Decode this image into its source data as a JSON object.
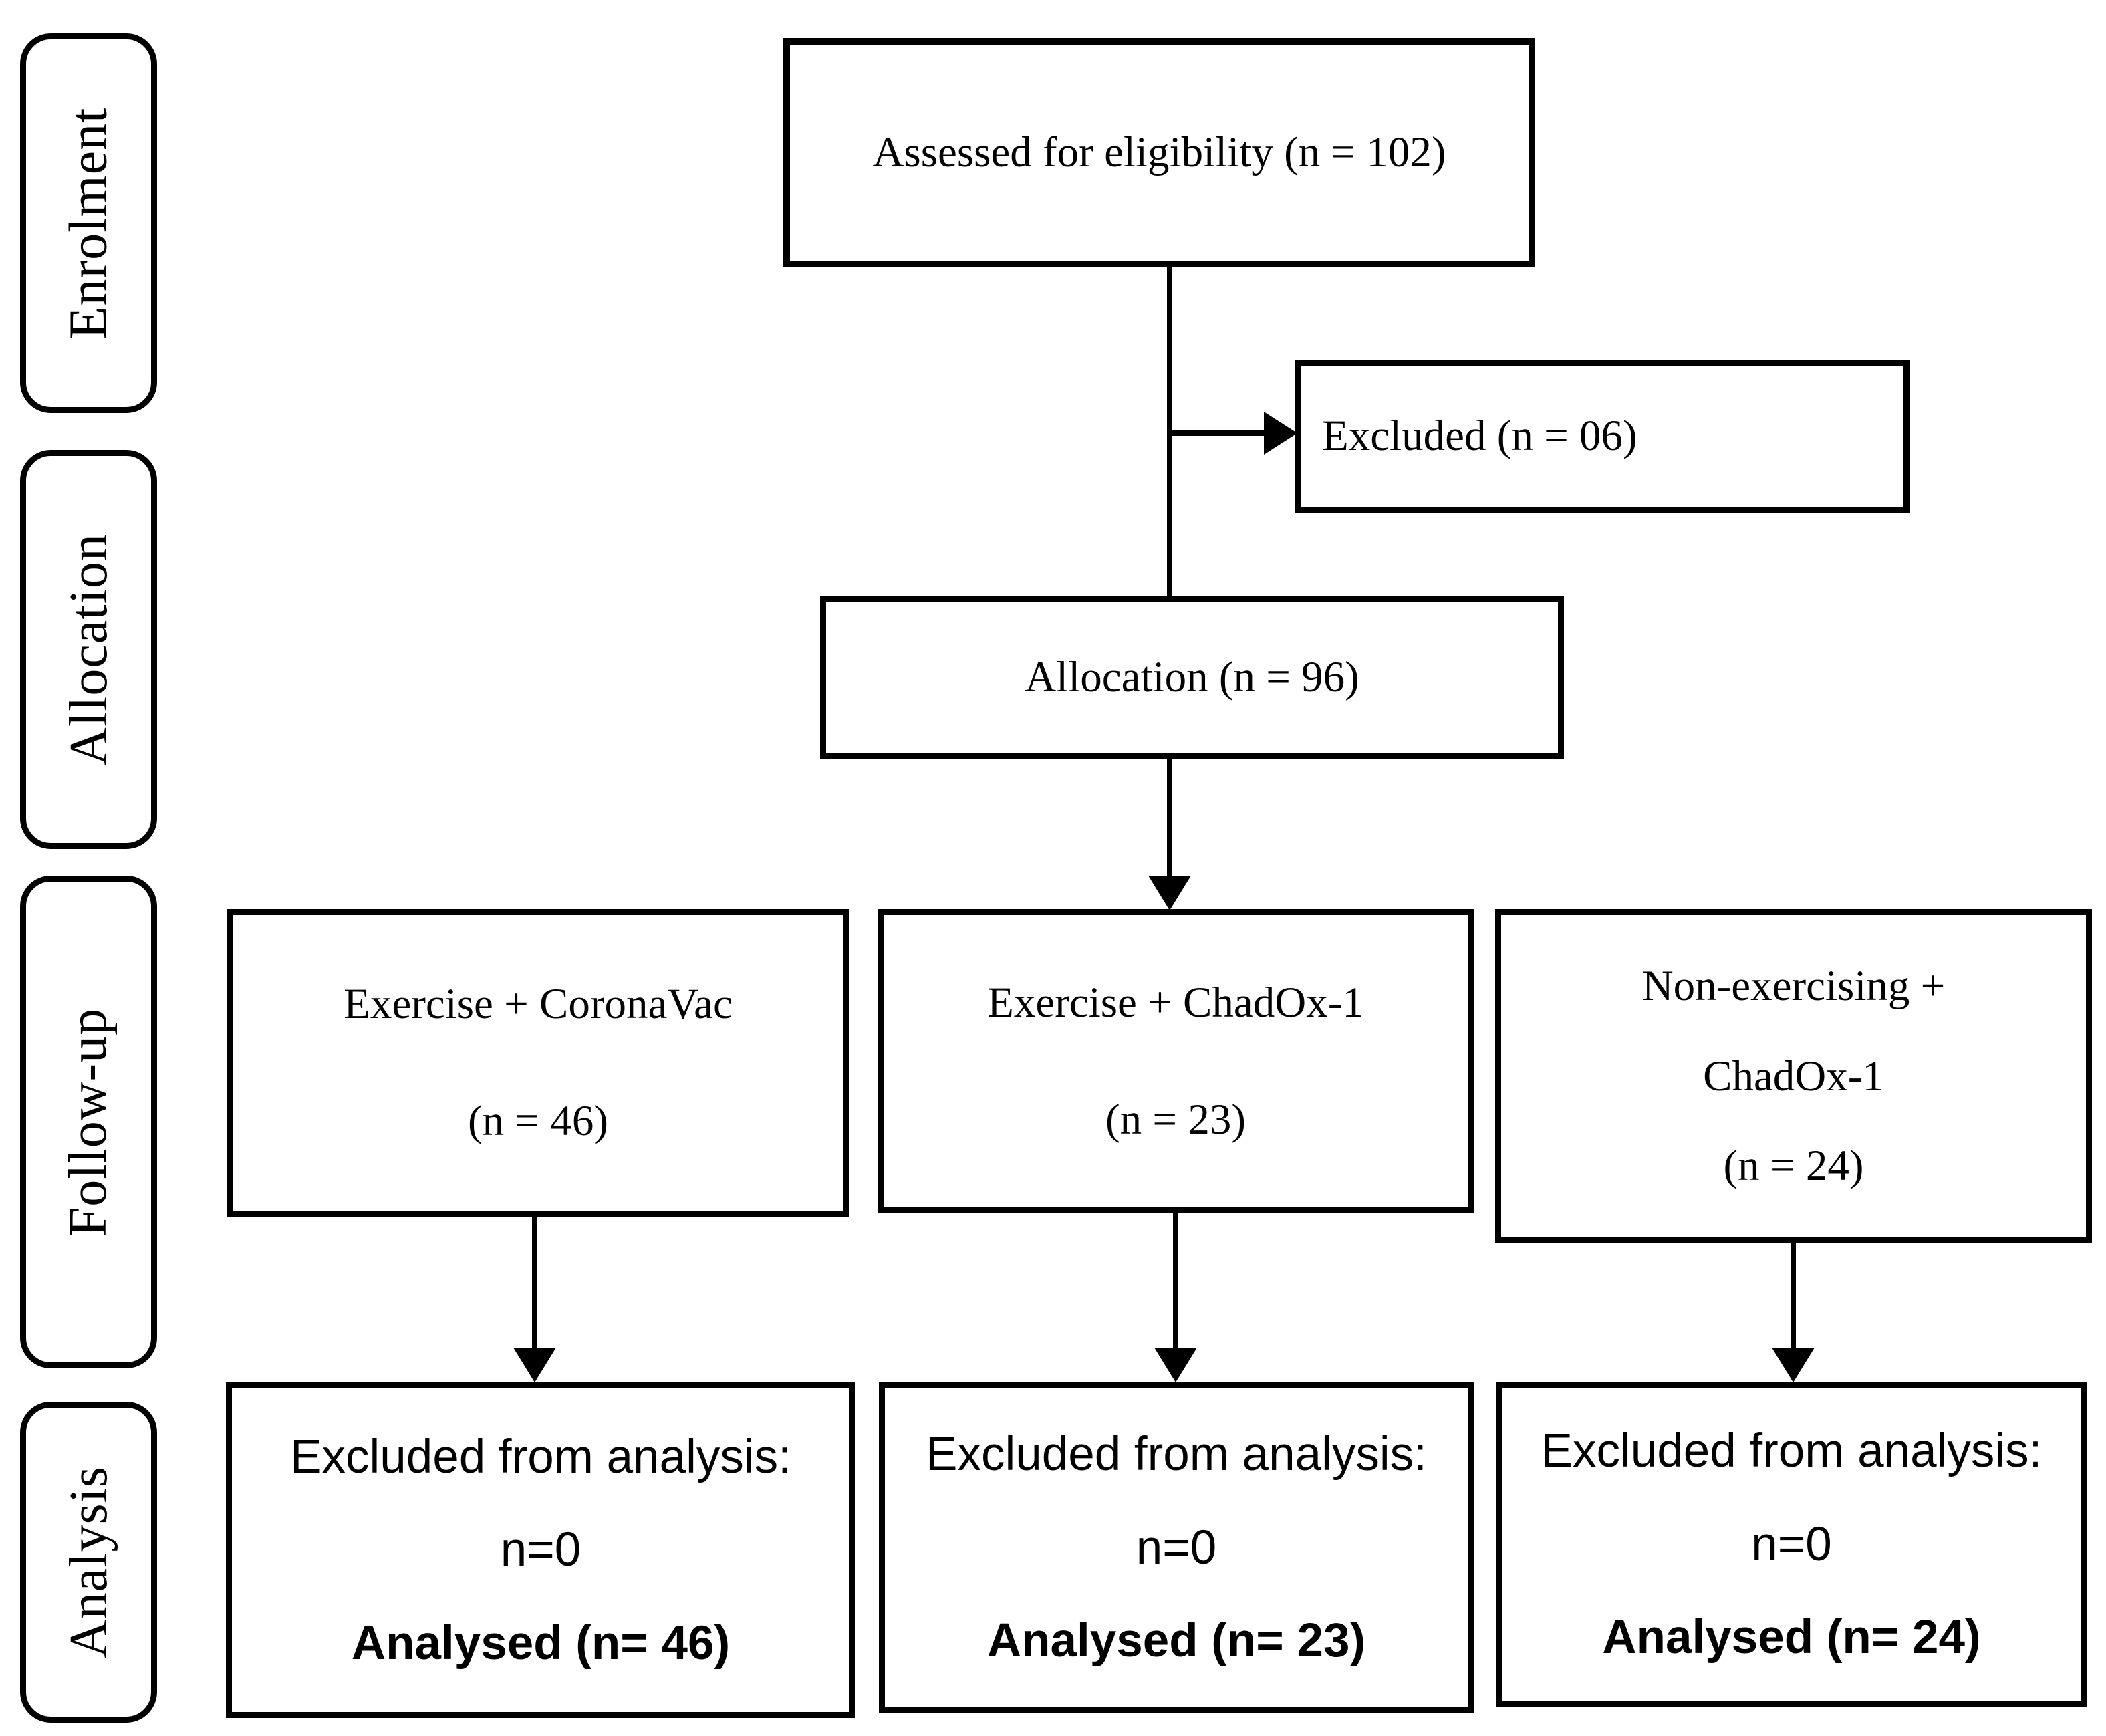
{
  "diagram": {
    "stages": [
      {
        "label": "Enrolment"
      },
      {
        "label": "Allocation"
      },
      {
        "label": "Follow-up"
      },
      {
        "label": "Analysis"
      }
    ],
    "assessed_box": {
      "text": "Assessed for eligibility (n = 102)"
    },
    "excluded_box": {
      "text": "Excluded (n = 06)"
    },
    "allocation_box": {
      "text": "Allocation (n = 96)"
    },
    "group_boxes": [
      {
        "line1": "Exercise + CoronaVac",
        "line2": "(n = 46)"
      },
      {
        "line1": "Exercise + ChadOx-1",
        "line2": "(n = 23)"
      },
      {
        "line1": "Non-exercising +",
        "line2": "ChadOx-1",
        "line3": "(n = 24)"
      }
    ],
    "analysis_boxes": [
      {
        "line1": "Excluded from analysis:",
        "line2": "n=0",
        "line3": "Analysed (n= 46)"
      },
      {
        "line1": "Excluded from analysis:",
        "line2": "n=0",
        "line3": "Analysed (n= 23)"
      },
      {
        "line1": "Excluded from analysis:",
        "line2": "n=0",
        "line3": "Analysed (n= 24)"
      }
    ],
    "colors": {
      "line": "#000000",
      "background": "#ffffff",
      "text": "#000000"
    }
  }
}
